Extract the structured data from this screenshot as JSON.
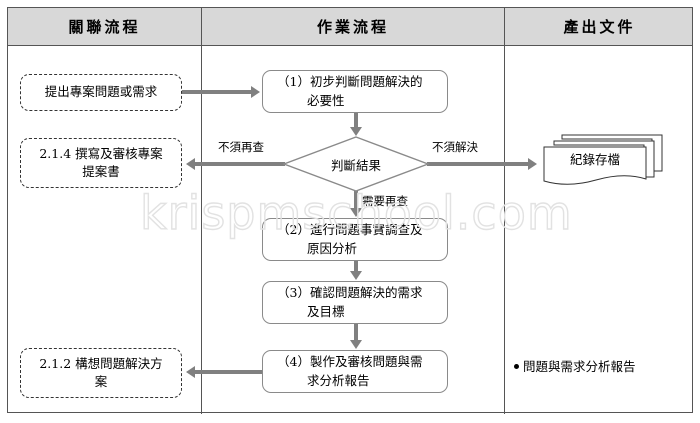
{
  "table": {
    "headers": [
      {
        "label": "關聯流程"
      },
      {
        "label": "作業流程"
      },
      {
        "label": "產出文件"
      }
    ]
  },
  "watermark": {
    "text": "krispmschool.com"
  },
  "related_process_column": {
    "nodes": [
      {
        "id": "submit-issue",
        "label": "提出專案問題或需求",
        "shape": "rounded-dashed"
      },
      {
        "id": "write-review-proposal",
        "line1": "2.1.4  撰寫及審核專案",
        "line2": "提案書",
        "shape": "rounded-dashed"
      },
      {
        "id": "conceive-solution",
        "line1": "2.1.2  構想問題解決方",
        "line2": "案",
        "shape": "rounded-dashed"
      }
    ]
  },
  "operation_flow_column": {
    "nodes": [
      {
        "id": "step-1",
        "line1": "（1）初步判斷問題解決的",
        "line2": "必要性",
        "shape": "rounded-solid"
      },
      {
        "id": "decision",
        "label": "判斷結果",
        "shape": "diamond"
      },
      {
        "id": "step-2",
        "line1": "（2）進行問題事實調查及",
        "line2": "原因分析",
        "shape": "rounded-solid"
      },
      {
        "id": "step-3",
        "line1": "（3）確認問題解決的需求",
        "line2": "及目標",
        "shape": "rounded-solid"
      },
      {
        "id": "step-4",
        "line1": "（4）製作及審核問題與需",
        "line2": "求分析報告",
        "shape": "rounded-solid"
      }
    ],
    "edge_labels": {
      "no_recheck": "不須再查",
      "no_solve": "不須解決",
      "need_recheck": "需要再查"
    }
  },
  "output_document_column": {
    "archive": {
      "label": "紀錄存檔",
      "shape": "multi-document"
    },
    "bullets": [
      {
        "label": "問題與需求分析報告"
      }
    ]
  },
  "colors": {
    "header_fill": "#d8d8d8",
    "border": "#555555",
    "arrow": "#808080",
    "node_border": "#8a8a8a",
    "dashed_border": "#333333"
  }
}
